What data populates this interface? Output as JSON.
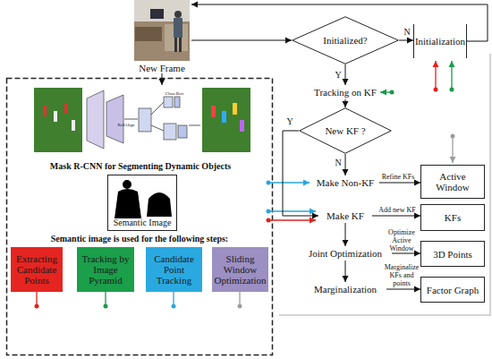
{
  "diagram": {
    "nodes": [
      {
        "text": [
          "New Frame"
        ]
      },
      {
        "text": [
          "Initialized?"
        ]
      },
      {
        "text": [
          "Initialization"
        ]
      },
      {
        "text": [
          "Tracking on KF"
        ]
      },
      {
        "text": [
          "New KF ?"
        ]
      },
      {
        "text": [
          "Make Non-KF"
        ]
      },
      {
        "text": [
          "Make KF"
        ]
      },
      {
        "text": [
          "Joint Optimization"
        ]
      },
      {
        "text": [
          "Marginalization"
        ]
      },
      {
        "text": [
          "Active Window"
        ]
      },
      {
        "text": [
          "KFs"
        ]
      },
      {
        "text": [
          "3D Points"
        ]
      },
      {
        "text": [
          "Factor Graph"
        ]
      },
      {
        "text": [
          "Semantic Image"
        ]
      },
      {
        "text": [
          "Extracting Candidate Points"
        ]
      },
      {
        "text": [
          "Tracking by Image Pyramid"
        ]
      },
      {
        "text": [
          "Candidate Point Tracking"
        ]
      },
      {
        "text": [
          "Sliding Window Optimization"
        ]
      }
    ],
    "edges": [
      {
        "from": 0,
        "to": 1,
        "arrow": "to"
      },
      {
        "from": 1,
        "to": 2,
        "label": "N",
        "arrow": "to"
      },
      {
        "from": 1,
        "to": 3,
        "label": "Y",
        "arrow": "to"
      },
      {
        "from": 3,
        "to": 4,
        "arrow": "to"
      },
      {
        "from": 4,
        "to": 5,
        "label": "N",
        "arrow": "to"
      },
      {
        "from": 4,
        "to": 6,
        "label": "Y",
        "arrow": "to"
      },
      {
        "from": 5,
        "to": 9,
        "label": "Refine KFs",
        "arrow": "to"
      },
      {
        "from": 6,
        "to": 10,
        "label": "Add new KF",
        "arrow": "to"
      },
      {
        "from": 7,
        "to": 11,
        "label": "Optimize Active Window",
        "arrow": "to"
      },
      {
        "from": 8,
        "to": 12,
        "label": "Marginalize KFs and points",
        "arrow": "to"
      },
      {
        "from": 6,
        "to": 7,
        "arrow": "to"
      },
      {
        "from": 7,
        "to": 8,
        "arrow": "to"
      },
      {
        "from": 2,
        "to": 0,
        "arrow": "to"
      }
    ],
    "labels": [
      "Class Box",
      "RoIAlign",
      "Mask R-CNN for Segmenting Dynamic Objects",
      "Semantic image is used for the following steps:"
    ]
  }
}
